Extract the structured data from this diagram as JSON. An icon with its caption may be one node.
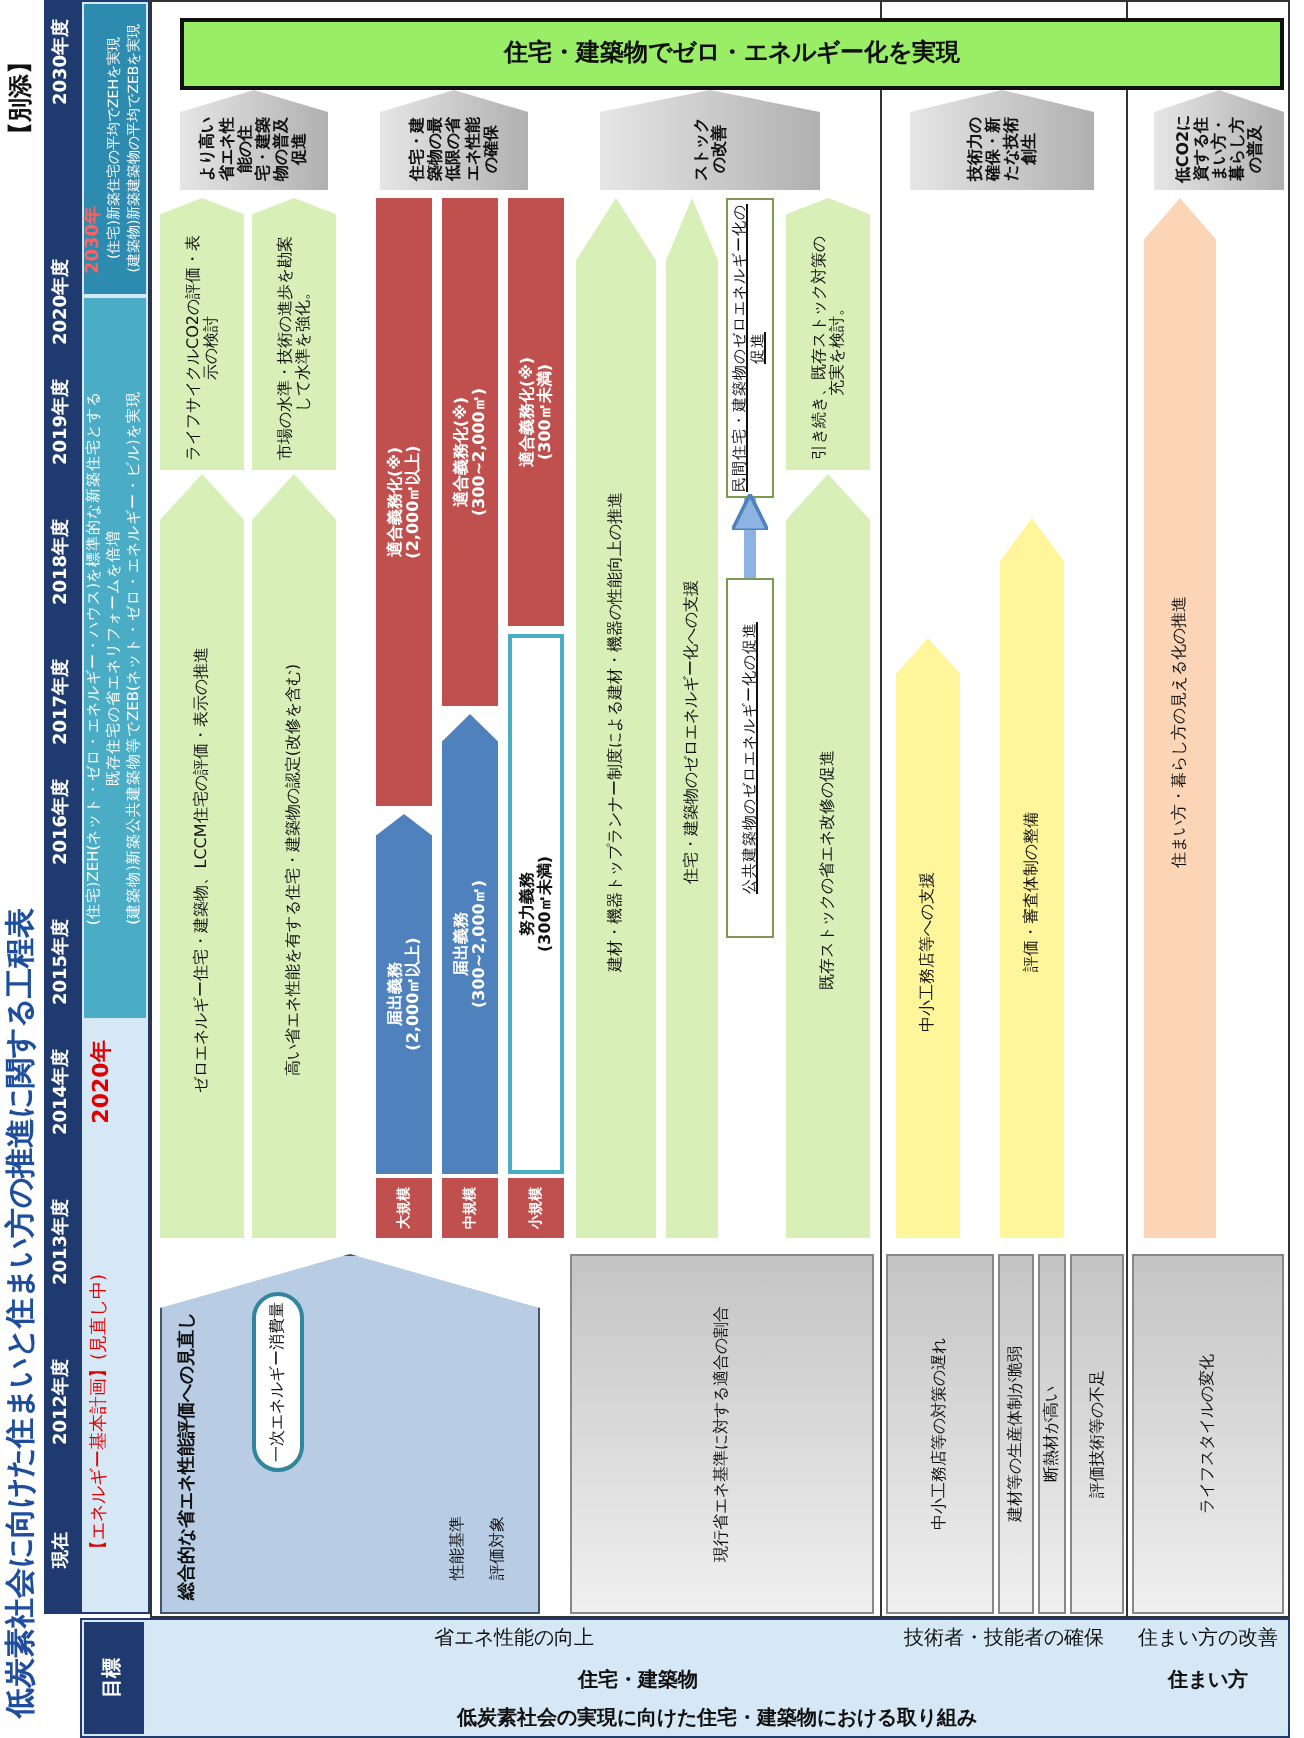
{
  "diagram": {
    "title": "低炭素社会に向けた住まいと住まい方の推進に関する工程表",
    "nodes": [
      {
        "text": [
          "住宅・建築物でゼロ・エネルギー化を実現"
        ]
      },
      {
        "text": [
          "より高い省エネ性能の住宅・建築物の普及促進"
        ]
      },
      {
        "text": [
          "住宅・建築物の最低限の省エネ性能の確保"
        ]
      },
      {
        "text": [
          "ストックの改善"
        ]
      },
      {
        "text": [
          "技術力の確保・新たな技術創生"
        ]
      },
      {
        "text": [
          "低CO2に資する住まい方・暮らし方の普及"
        ]
      },
      {
        "text": [
          "総合的な省エネ性能評価への見直し"
        ]
      },
      {
        "text": [
          "一次エネルギー消費量"
        ],
        "in": 6
      },
      {
        "text": [
          "現行省エネ基準に対する適合の割合"
        ]
      },
      {
        "text": [
          "中小工務店等の対策の遅れ"
        ]
      },
      {
        "text": [
          "建材等の生産体制が脆弱"
        ]
      },
      {
        "text": [
          "断熱材が高い"
        ]
      },
      {
        "text": [
          "評価技術等の不足"
        ]
      },
      {
        "text": [
          "ライフスタイルの変化"
        ]
      },
      {
        "text": [
          "ゼロエネルギー住宅・建築物、LCCM住宅の評価・表示の推進"
        ]
      },
      {
        "text": [
          "ライフサイクルCO2の評価・表示の検討"
        ]
      },
      {
        "text": [
          "高い省エネ性能を有する住宅・建築物の認定(改修を含む)"
        ]
      },
      {
        "text": [
          "市場の水準・技術の進歩を勘案して水準を強化。"
        ]
      },
      {
        "text": [
          "大規模"
        ]
      },
      {
        "text": [
          "届出義務",
          "(2,000㎡以上)"
        ]
      },
      {
        "text": [
          "適合義務化(※)",
          "(2,000㎡以上)"
        ]
      },
      {
        "text": [
          "中規模"
        ]
      },
      {
        "text": [
          "届出義務",
          "(300~2,000㎡)"
        ]
      },
      {
        "text": [
          "適合義務化(※)",
          "(300~2,000㎡)"
        ]
      },
      {
        "text": [
          "小規模"
        ]
      },
      {
        "text": [
          "努力義務",
          "(300㎡未満)"
        ]
      },
      {
        "text": [
          "適合義務化(※)",
          "(300㎡未満)"
        ]
      },
      {
        "text": [
          "建材・機器トップランナー制度による建材・機器の性能向上の推進"
        ]
      },
      {
        "text": [
          "住宅・建築物のゼロエネルギー化への支援"
        ]
      },
      {
        "text": [
          "公共建築物のゼロエネルギー化の促進"
        ]
      },
      {
        "text": [
          "民間住宅・建築物のゼロエネルギー化の促進"
        ]
      },
      {
        "text": [
          "既存ストックの省エネ改修の促進"
        ]
      },
      {
        "text": [
          "引き続き、既存ストック対策の充実を検討。"
        ]
      },
      {
        "text": [
          "中小工務店等への支援"
        ]
      },
      {
        "text": [
          "評価・審査体制の整備"
        ]
      },
      {
        "text": [
          "住まい方・暮らし方の見える化の推進"
        ]
      }
    ],
    "edges": [
      {
        "from": 29,
        "to": 30,
        "arrow": "to"
      }
    ],
    "labels": [
      "【別添】",
      "現在",
      "2012年度",
      "2013年度",
      "2014年度",
      "2015年度",
      "2016年度",
      "2017年度",
      "2018年度",
      "2019年度",
      "2020年度",
      "2030年度",
      "目標",
      "【エネルギー基本計画】(見直し中)",
      "2020年",
      "(住宅)ZEH(ネット・ゼロ・エネルギー・ハウス)を標準的な新築住宅とする",
      "既存住宅の省エネリフォームを倍増",
      "(建築物)新築公共建築物等でZEB(ネット・ゼロ・エネルギー・ビル)を実現",
      "2030年",
      "(住宅)新築住宅の平均でZEHを実現",
      "(建築物)新築建築物の平均でZEBを実現",
      "低炭素社会の実現に向けた住宅・建築物における取り組み",
      "住宅・建築物",
      "住まい方",
      "省エネ性能の向上",
      "技術者・技能者の確保",
      "住まい方の改善",
      "性能基準",
      "評価対象"
    ]
  }
}
